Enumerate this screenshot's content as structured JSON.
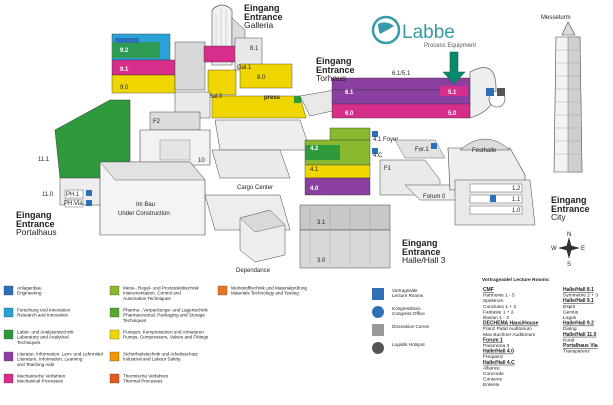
{
  "logo": {
    "name": "Labbe",
    "tagline": "Process Equipment",
    "accent": "#3a9ba8"
  },
  "entrances": {
    "galleria": {
      "l1": "Eingang",
      "l2": "Entrance",
      "l3": "Galleria"
    },
    "torhaus": {
      "l1": "Eingang",
      "l2": "Entrance",
      "l3": "Torhaus"
    },
    "portalhaus": {
      "l1": "Eingang",
      "l2": "Entrance",
      "l3": "Portalhaus"
    },
    "city": {
      "l1": "Eingang",
      "l2": "Entrance",
      "l3": "City"
    },
    "halle3": {
      "l1": "Eingang",
      "l2": "Entrance",
      "l3": "Halle/Hall 3"
    }
  },
  "places": {
    "messeturm": "Messeturm",
    "im_bau": "Im Bau",
    "under_construction": "Under Construction",
    "cargo_center": "Cargo Center",
    "dependance": "Dependance",
    "festhalle": "Festhalle",
    "press": "press",
    "forum0": "Forum 0",
    "foyer": "4.1 Foyer",
    "c4": "4.C",
    "for1": "For.1",
    "f1": "F1",
    "f2": "F2",
    "ph1": "PH.1",
    "phvia": "PH.Via",
    "gal0": "Gal.0",
    "gal1": "Gal.1",
    "hall10": "10"
  },
  "halls": {
    "h9_2": "9.2",
    "h9_1": "9.1",
    "h9_0": "9.0",
    "h8_1": "8.1",
    "h8_0": "8.0",
    "h11_1": "11.1",
    "h11_0": "11.0",
    "h6_1_51": "6.1/5.1",
    "h6_1": "6.1",
    "h6_0": "6.0",
    "h5_1": "5.1",
    "h5_0": "5.0",
    "h4_2": "4.2",
    "h4_1": "4.1",
    "h4_0": "4.0",
    "h3_1": "3.1",
    "h3_0": "3.0",
    "h1_2": "1.2",
    "h1_1": "1.1",
    "h1_0": "1.0"
  },
  "compass": {
    "n": "N",
    "e": "E",
    "s": "S",
    "w": "W"
  },
  "legend_col1": [
    {
      "text": "Anlagenbau\nEngineering",
      "color": "#2e6fb7"
    },
    {
      "text": "Forschung und Innovation\nResearch and Innovation",
      "color": "#2aa2d8"
    },
    {
      "text": "Labor- und Analysentechnik\nLaboratory and Analytical\nTechniques",
      "color": "#2e9a3c"
    },
    {
      "text": "Literatur, Information, Lern- und Lehrmittel\nLiterature, Information, Learning\nand Teaching Aids",
      "color": "#8b3fa0"
    },
    {
      "text": "Mechanische Verfahren\nMechanical Processes",
      "color": "#d62e8a"
    }
  ],
  "legend_col2": [
    {
      "text": "Mess-, Regel- und Prozessleittechnik\nInstrumentation, Control and\nAutomation Techniques",
      "color": "#88b92e"
    },
    {
      "text": "Pharma-, Verpackungs- und Lagertechnik\nPharmaceutical, Packaging and Storage\nTechniques",
      "color": "#58a632"
    },
    {
      "text": "Pumpen, Kompressoren und Armaturen\nPumps, Compressors, Valves and Fittings",
      "color": "#f0d600"
    },
    {
      "text": "Sicherheitstechnik und Arbeitsschutz\nIndustrial and Labour Safety",
      "color": "#f29400"
    },
    {
      "text": "Thermische Verfahren\nThermal Processes",
      "color": "#e25b1a"
    }
  ],
  "legend_col3": [
    {
      "text": "Werkstofftechnik und Materialprüfung\nMaterials Technology and Testing",
      "color": "#e87722"
    }
  ],
  "legend_services": [
    {
      "text": "Vortragssäle\nLecture Rooms",
      "color": "#2e6fb7",
      "shape": "square"
    },
    {
      "text": "Kongressbüro\nCongress Office",
      "color": "#2e6fb7",
      "shape": "circle"
    },
    {
      "text": "Discussion Corner",
      "color": "#999999",
      "shape": "square"
    },
    {
      "text": "Logistik Hotspot",
      "color": "#555555",
      "shape": "circle"
    }
  ],
  "lecture_rooms": {
    "title": "Vortragssäle/ Lecture Rooms:",
    "left": [
      {
        "head": "CMF",
        "items": [
          "Harmonie 1 - 5",
          "Spektrum",
          "Conclusio 1 + 2",
          "Fantasie 1 + 2",
          "Illusion 1 - 3"
        ]
      },
      {
        "head": "DECHEMA Haus/House",
        "items": [
          "Franz Patat Auditorium",
          "Max Buchner Auditorium"
        ]
      },
      {
        "head": "Forum 1",
        "items": [
          "Panorama 3"
        ]
      },
      {
        "head": "Halle/Hall 4.0",
        "items": [
          "Frequenz"
        ]
      },
      {
        "head": "Halle/Hall 4.C",
        "items": [
          "Alliance",
          "Concorde",
          "Consens",
          "Entente"
        ]
      }
    ],
    "right": [
      {
        "head": "Halle/Hall 8.1",
        "items": [
          "Symmetrie 2 + 3"
        ]
      },
      {
        "head": "Halle/Hall 9.1",
        "items": [
          "Esprit",
          "Genius",
          "Logos"
        ]
      },
      {
        "head": "Halle/Hall 9.2",
        "items": [
          "Dialog"
        ]
      },
      {
        "head": "Halle/Hall 11.0",
        "items": [
          "Koral"
        ]
      },
      {
        "head": "Portalhaus Via",
        "items": [
          "Transparenz"
        ]
      }
    ]
  }
}
